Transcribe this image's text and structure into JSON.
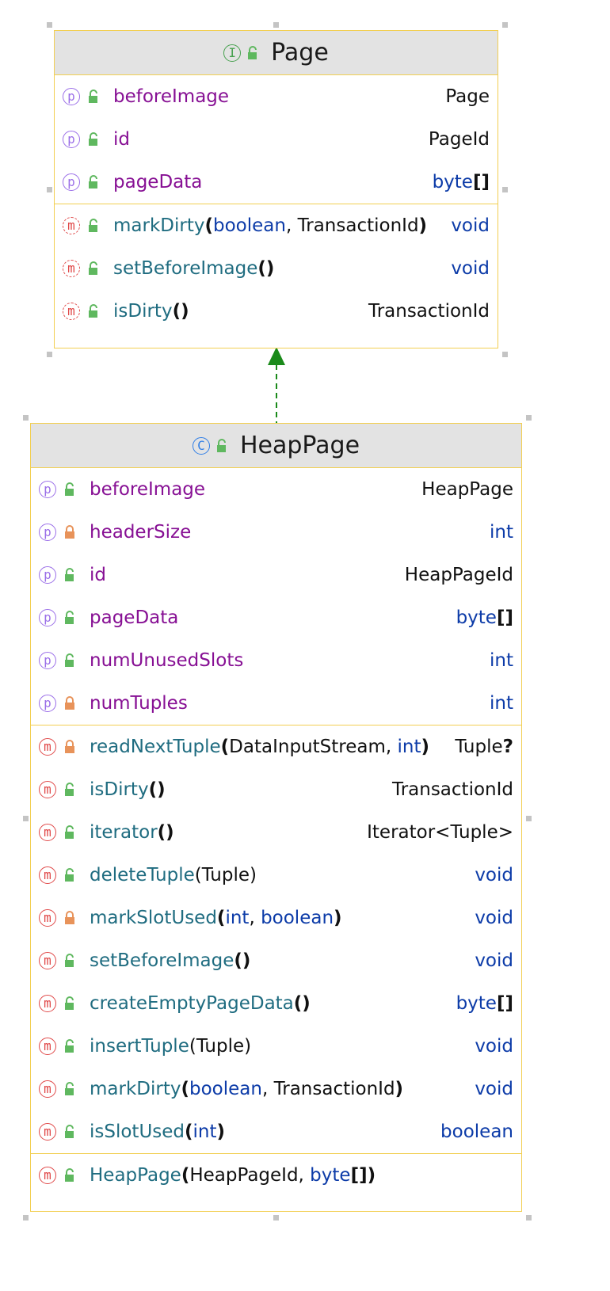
{
  "diagram": {
    "interface": {
      "title": "Page",
      "badge": "I",
      "fields": [
        {
          "name": "beforeImage",
          "type": "Page"
        },
        {
          "name": "id",
          "type": "PageId"
        },
        {
          "name": "pageData",
          "type_kw": "byte",
          "type_suffix": "[]"
        }
      ],
      "methods": [
        {
          "name": "markDirty",
          "open": "(",
          "p1": "boolean",
          "sep": ", ",
          "p2": "TransactionId",
          "close": ")",
          "ret": "void"
        },
        {
          "name": "setBeforeImage",
          "parens": "()",
          "ret": "void"
        },
        {
          "name": "isDirty",
          "parens": "()",
          "ret": "TransactionId"
        }
      ]
    },
    "class": {
      "title": "HeapPage",
      "badge": "C",
      "fields": [
        {
          "name": "beforeImage",
          "type": "HeapPage"
        },
        {
          "name": "headerSize",
          "type": "int"
        },
        {
          "name": "id",
          "type": "HeapPageId"
        },
        {
          "name": "pageData",
          "type_kw": "byte",
          "type_suffix": "[]"
        },
        {
          "name": "numUnusedSlots",
          "type": "int"
        },
        {
          "name": "numTuples",
          "type": "int"
        }
      ],
      "methods": [
        {
          "name": "readNextTuple",
          "open": "(",
          "p1": "DataInputStream",
          "sep": ", ",
          "p2": "int",
          "close": ")",
          "ret": "Tuple",
          "ret_suffix": "?"
        },
        {
          "name": "isDirty",
          "parens": "()",
          "ret": "TransactionId"
        },
        {
          "name": "iterator",
          "parens": "()",
          "ret": "Iterator<Tuple>"
        },
        {
          "name": "deleteTuple",
          "args": "(Tuple)",
          "ret": "void"
        },
        {
          "name": "markSlotUsed",
          "open": "(",
          "p1": "int",
          "sep": ", ",
          "p2": "boolean",
          "close": ")",
          "ret": "void"
        },
        {
          "name": "setBeforeImage",
          "parens": "()",
          "ret": "void"
        },
        {
          "name": "createEmptyPageData",
          "parens": "()",
          "ret_kw": "byte",
          "ret_suffix": "[]"
        },
        {
          "name": "insertTuple",
          "args": "(Tuple)",
          "ret": "void"
        },
        {
          "name": "markDirty",
          "open": "(",
          "p1": "boolean",
          "sep": ", ",
          "p2": "TransactionId",
          "close": ")",
          "ret": "void"
        },
        {
          "name": "isSlotUsed",
          "open": "(",
          "p1": "int",
          "close": ")",
          "ret": "boolean"
        }
      ],
      "constructor": {
        "name": "HeapPage",
        "open": "(",
        "p1": "HeapPageId",
        "sep": ", ",
        "p2_kw": "byte",
        "p2_suffix": "[]",
        "close": ")"
      }
    },
    "badges": {
      "property": "p",
      "method": "m"
    }
  },
  "colors": {
    "border": "#f2cf52",
    "header_bg": "#e3e3e3",
    "property_name": "#871094",
    "method_name": "#1f6c80",
    "keyword": "#0c3ba8",
    "arrow": "#1a8a1a",
    "public_lock": "#5fb85f",
    "private_lock": "#e8935a"
  }
}
